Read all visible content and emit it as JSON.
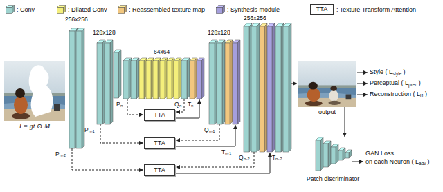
{
  "diagram": {
    "nodes": [
      {
        "text": [
          "TTA"
        ]
      },
      {
        "text": [
          "I = gt ⊙ M"
        ]
      },
      {
        "text": [
          "TTA"
        ]
      },
      {
        "text": [
          "TTA"
        ]
      },
      {
        "text": [
          "TTA"
        ]
      },
      {
        "text": [
          "output"
        ]
      },
      {
        "text": [
          "Patch discriminator"
        ]
      }
    ],
    "edges": [
      {
        "from": 5,
        "to": 6,
        "arrow": "to"
      }
    ],
    "labels": [
      "256x256",
      "128x128",
      "64x64",
      "128x128",
      "256x256",
      "Pₙ₋₂",
      "Pₙ₋₁",
      "Pₙ",
      "Qₙ",
      "Tₙ",
      "Qₙ₋₁",
      "Tₙ₋₁",
      "Qₙ₋₂",
      "Tₙ₋₂",
      "Style ( L",
      "style",
      ")",
      "Perceptual ( L",
      "prec",
      ")",
      "Reconstruction ( L",
      "l1",
      ")",
      "GAN Loss",
      "on each Neuron ( L",
      "adv",
      ")"
    ],
    "legend": [
      {
        "text": ": Conv",
        "color": "#9ed3cf"
      },
      {
        "text": ": Dilated Conv",
        "color": "#f4ef7b"
      },
      {
        "text": ": Reassembled texture map",
        "color": "#f2c77f"
      },
      {
        "text": ": Synthesis module",
        "color": "#a59fdd"
      },
      {
        "text": ": Texture Transform Attention"
      }
    ]
  }
}
